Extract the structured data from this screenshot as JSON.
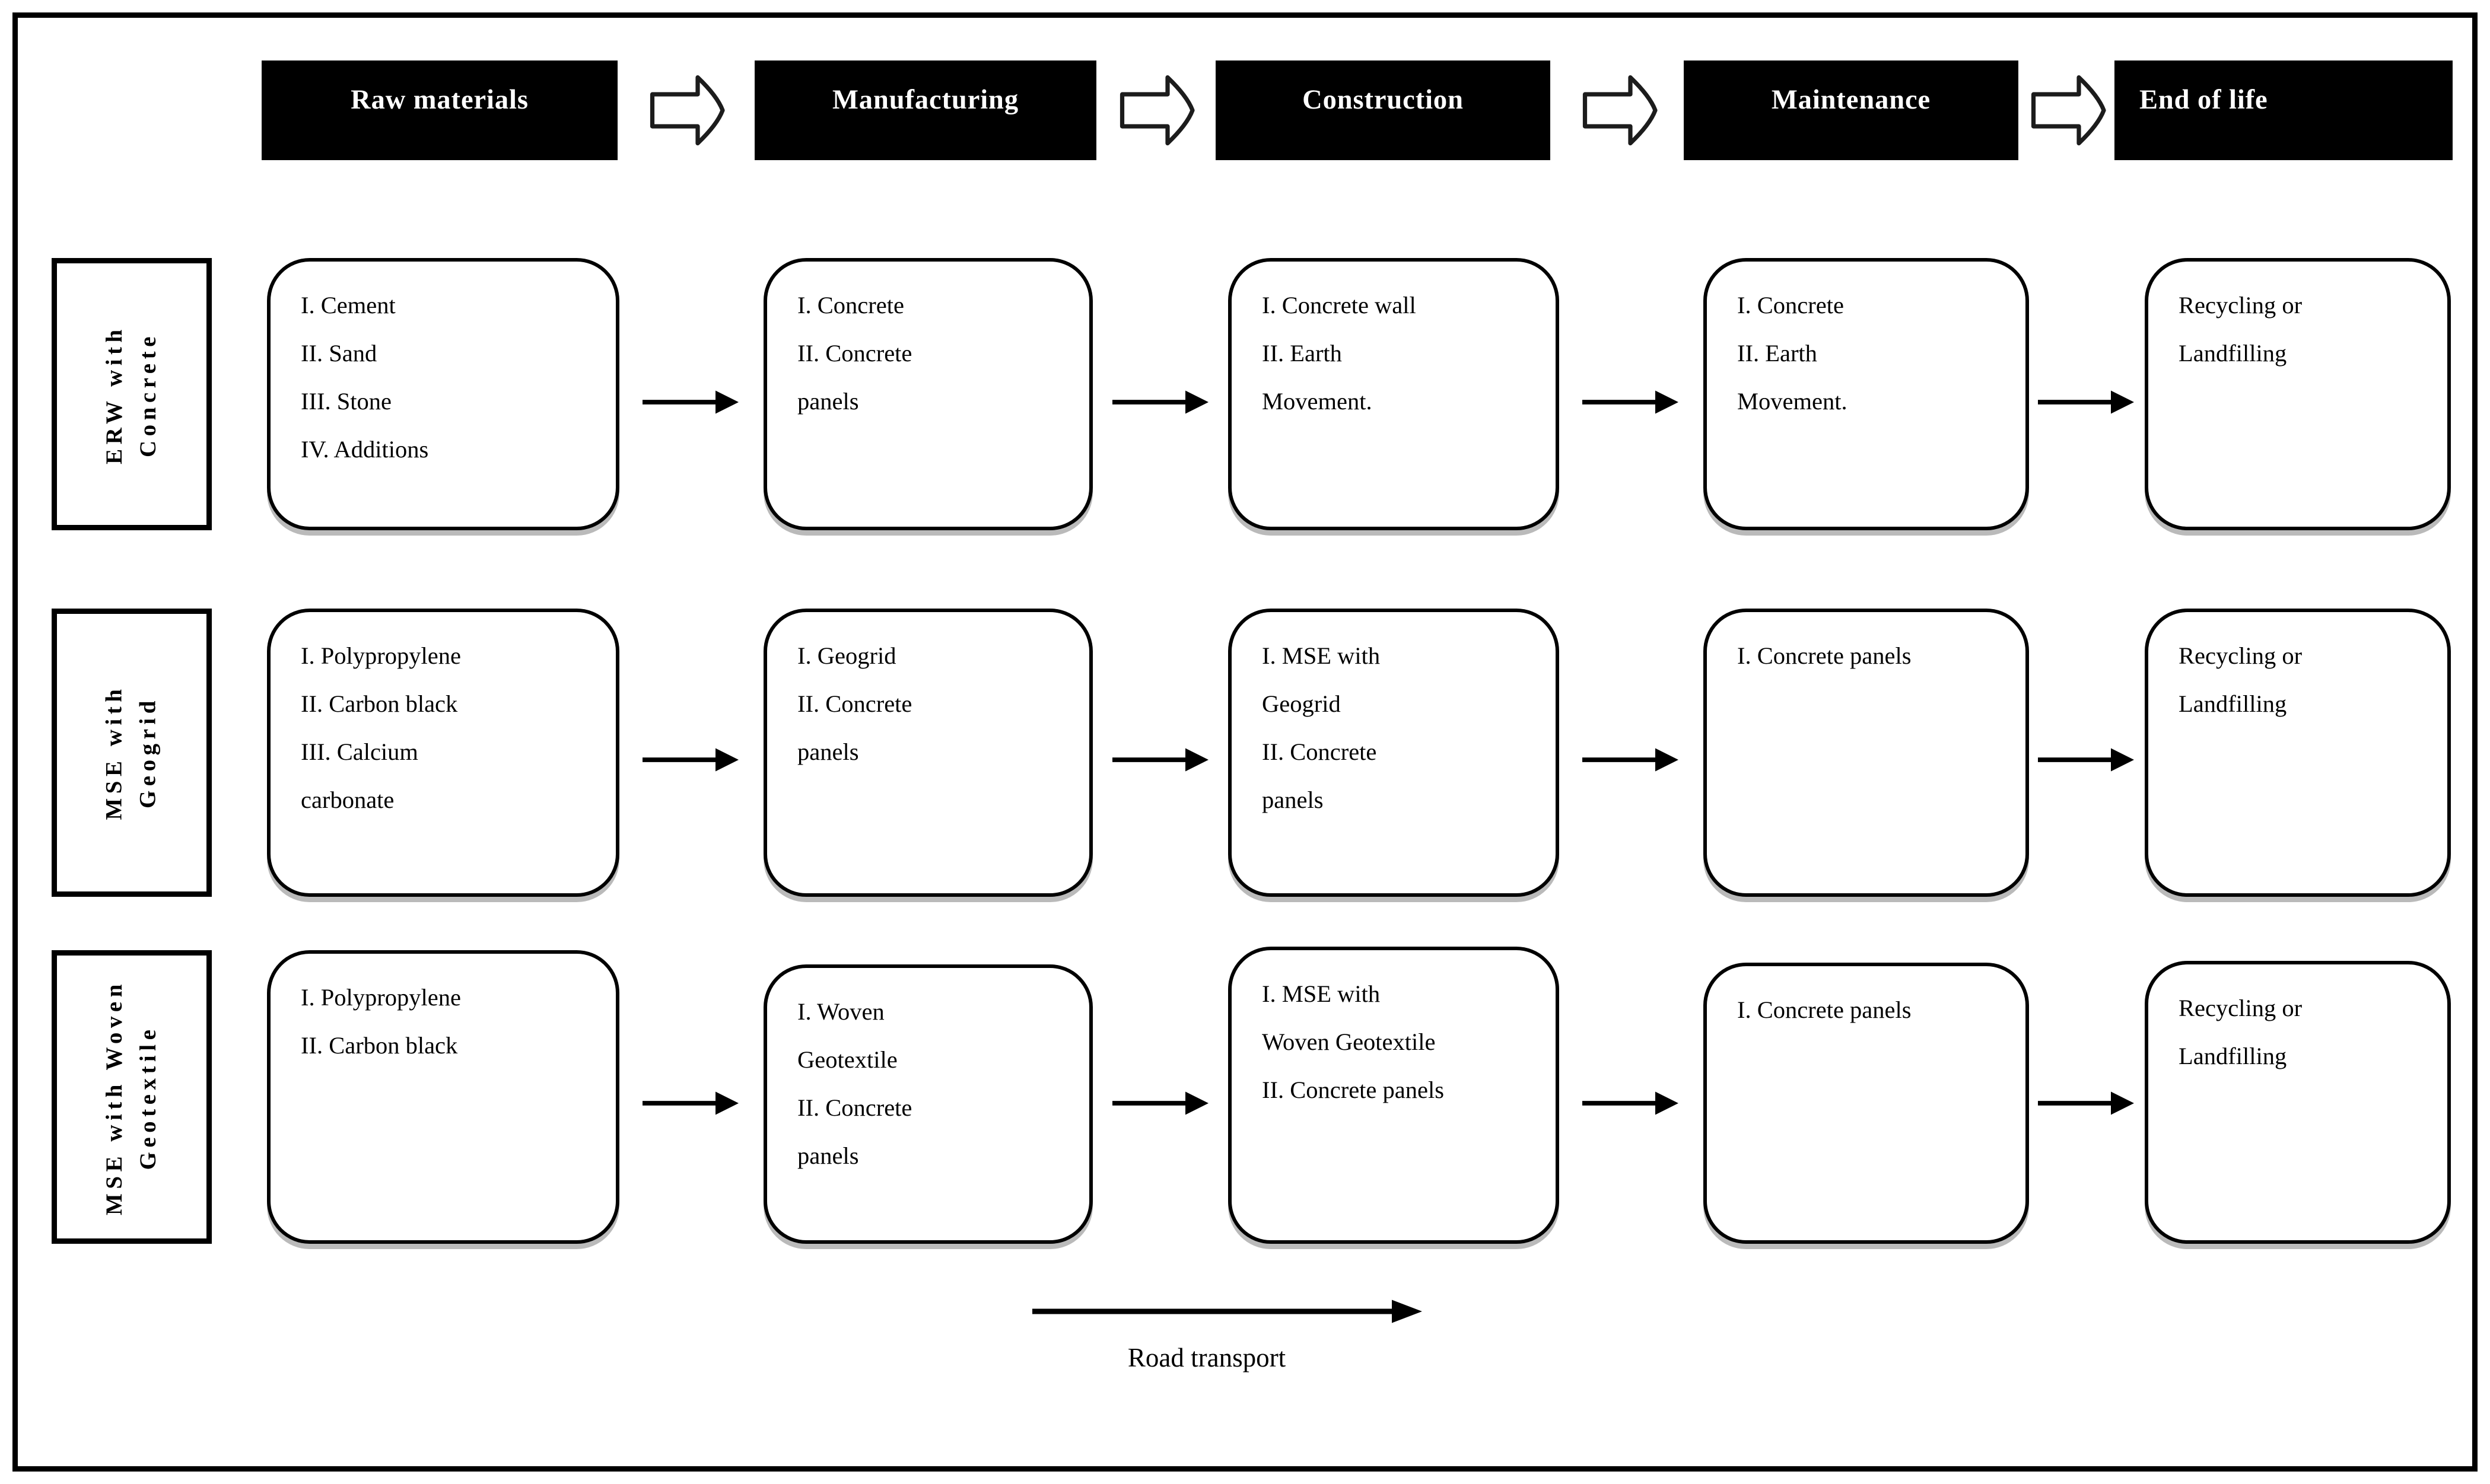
{
  "stages": [
    "Raw materials",
    "Manufacturing",
    "Construction",
    "Maintenance",
    "End of life"
  ],
  "rows": [
    {
      "label": "ERW with\nConcrete",
      "cells": {
        "raw_materials": "I. Cement\nII. Sand\nIII. Stone\nIV. Additions",
        "manufacturing": "I. Concrete\nII. Concrete\npanels",
        "construction": "I. Concrete wall\nII. Earth\nMovement.",
        "maintenance": "I. Concrete\nII. Earth\nMovement.",
        "end_of_life": "Recycling or\nLandfilling"
      }
    },
    {
      "label": "MSE with\nGeogrid",
      "cells": {
        "raw_materials": "I. Polypropylene\nII. Carbon black\nIII. Calcium\ncarbonate",
        "manufacturing": "I. Geogrid\nII. Concrete\npanels",
        "construction": "I. MSE with\nGeogrid\nII. Concrete\npanels",
        "maintenance": "I. Concrete panels",
        "end_of_life": "Recycling or\nLandfilling"
      }
    },
    {
      "label": "MSE with Woven\nGeotextile",
      "cells": {
        "raw_materials": "I. Polypropylene\nII. Carbon black",
        "manufacturing": "I. Woven\nGeotextile\nII. Concrete\npanels",
        "construction": "I. MSE with\nWoven Geotextile\nII. Concrete panels",
        "maintenance": "I. Concrete panels",
        "end_of_life": "Recycling or\nLandfilling"
      }
    }
  ],
  "footer": {
    "road_transport_label": "Road transport"
  },
  "colors": {
    "stage_header_bg": "#000000",
    "stage_header_text": "#ffffff",
    "box_bg": "#ffffff",
    "line": "#000000",
    "background": "#ffffff"
  }
}
